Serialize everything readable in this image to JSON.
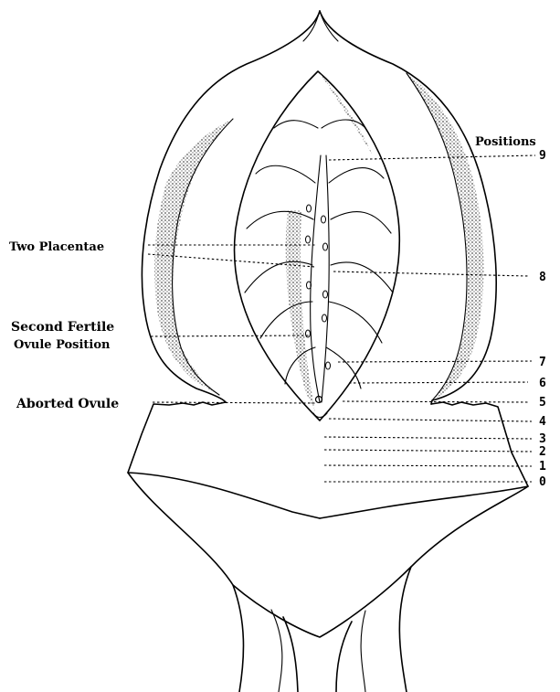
{
  "labels": {
    "positions_header": "Positions",
    "two_placentae": "Two Placentae",
    "second_fertile_line1": "Second Fertile",
    "second_fertile_line2": "Ovule Position",
    "aborted_ovule": "Aborted Ovule"
  },
  "position_numbers": [
    "9",
    "8",
    "7",
    "6",
    "5",
    "4",
    "3",
    "2",
    "1",
    "0"
  ],
  "colors": {
    "ink": "#000000",
    "background": "#ffffff",
    "stipple": "#8a8a8a"
  }
}
